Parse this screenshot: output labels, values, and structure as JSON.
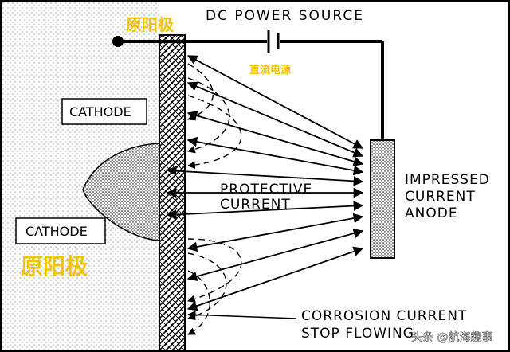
{
  "labels": {
    "power_source": "DC POWER SOURCE",
    "power_source_cn": "直流电源",
    "top_cn": "原阳极",
    "cathode_1": "CATHODE",
    "cathode_2": "CATHODE",
    "cathode_cn": "原阳极",
    "protective_1": "PROTECTIVE",
    "protective_2": "CURRENT",
    "anode_1": "IMPRESSED",
    "anode_2": "CURRENT",
    "anode_3": "ANODE",
    "corrosion_1": "CORROSION CURRENT",
    "corrosion_2": "STOP FLOWING",
    "watermark": "头条 @航海趣事"
  },
  "colors": {
    "highlight": "#f2c300",
    "line": "#000000"
  }
}
